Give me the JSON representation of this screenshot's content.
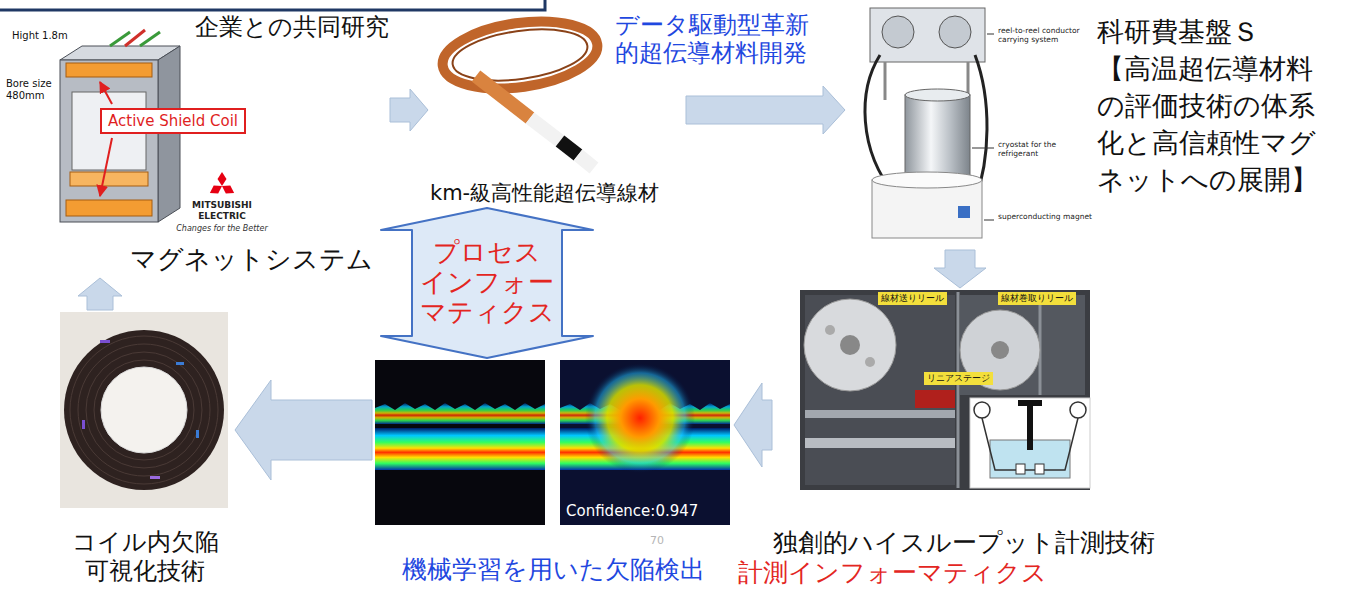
{
  "diagram": {
    "nodes": [
      {
        "text": [
          "マグネットシステム"
        ]
      },
      {
        "text": [
          "km-級高性能超伝導線材"
        ]
      },
      {
        "text": [
          "科研費基盤Ｓ",
          "【高温超伝導材料の評価技術の体系化と高信頼性マグネットへの展開】"
        ]
      },
      {
        "text": [
          "独創的ハイスループット計測技術"
        ]
      },
      {
        "text": [
          "機械学習を用いた欠陥検出"
        ]
      },
      {
        "text": [
          "コイル内欠陥 可視化技術"
        ]
      }
    ],
    "edges": [
      {
        "from": 5,
        "to": 0,
        "arrow": "to"
      },
      {
        "from": 0,
        "to": 1,
        "label": "企業との共同研究",
        "arrow": "to"
      },
      {
        "from": 1,
        "to": 2,
        "label": "データ駆動型革新的超伝導材料開発",
        "arrow": "to"
      },
      {
        "from": 2,
        "to": 3,
        "arrow": "to"
      },
      {
        "from": 3,
        "to": 4,
        "label": "計測インフォーマティクス",
        "arrow": "to"
      },
      {
        "from": 4,
        "to": 5,
        "arrow": "to"
      },
      {
        "from": 1,
        "to": 4,
        "label": "プロセス インフォー マティクス",
        "arrow": "both"
      }
    ],
    "labels": [
      "Hight 1.8m",
      "Bore size 480mm",
      "Active Shield Coil",
      "MITSUBISHI ELECTRIC",
      "Changes for the Better",
      "reel-to-reel conductor carrying system",
      "cryostat for the refrigerant",
      "superconducting magnet",
      "線材送りリール",
      "線材巻取りリール",
      "リニアステージ",
      "Confidence:0.947",
      "70"
    ]
  }
}
